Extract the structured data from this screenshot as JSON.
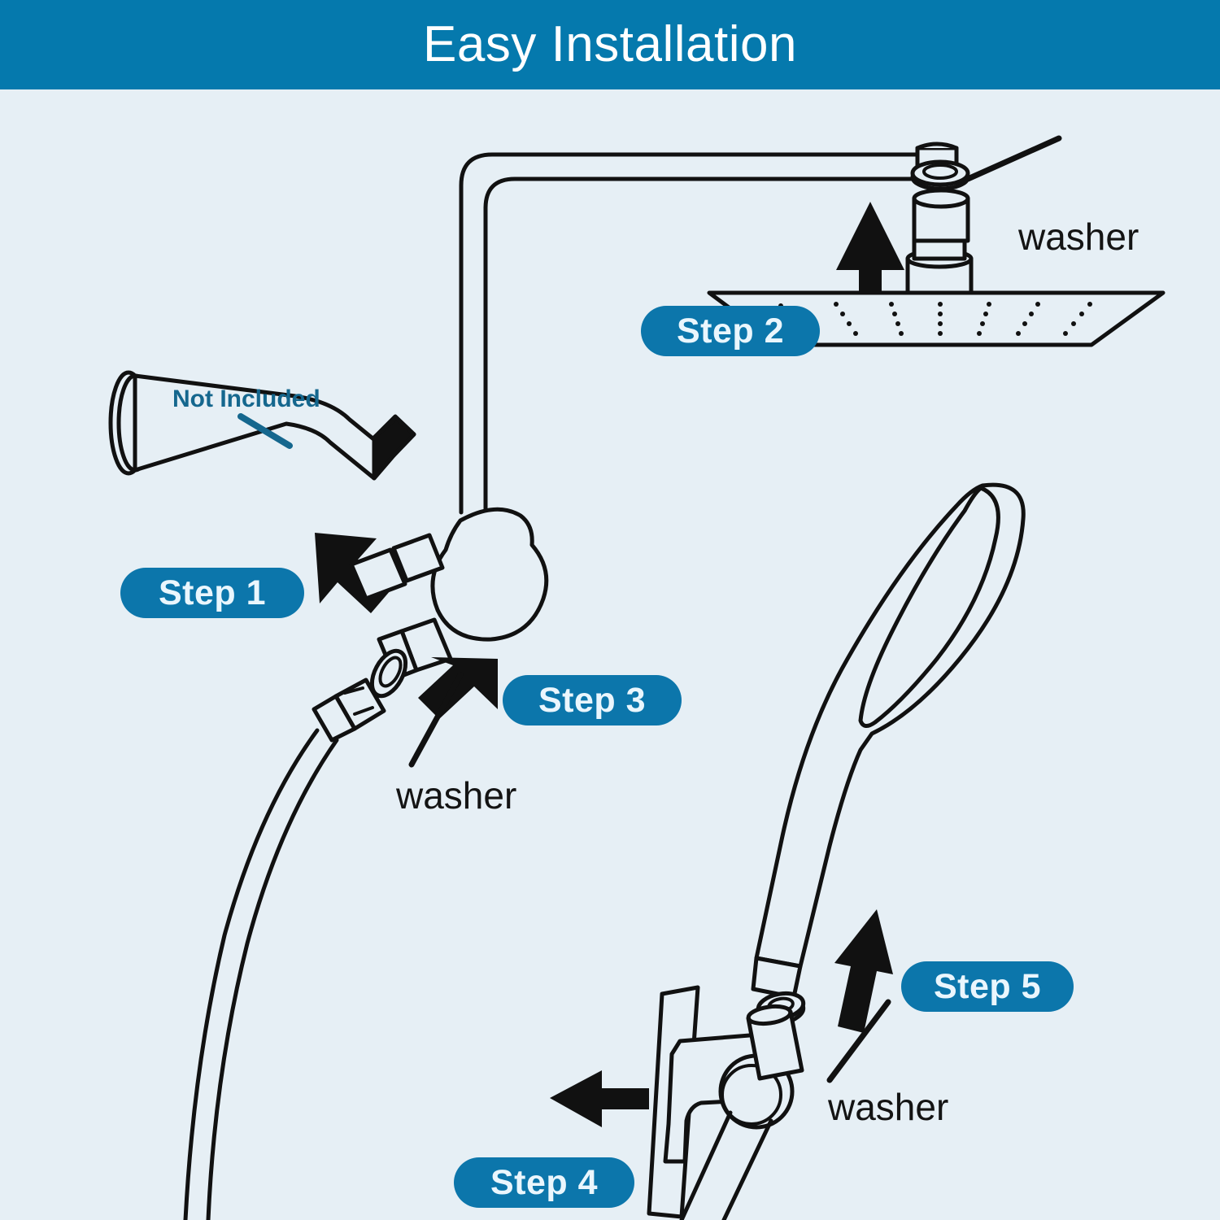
{
  "header": {
    "title": "Easy Installation",
    "background_color": "#0579ad",
    "text_color": "#ffffff"
  },
  "canvas": {
    "background_color": "#e6eff5",
    "line_color": "#111111",
    "accent_color": "#0c76ab"
  },
  "steps": [
    {
      "id": "step-1",
      "label": "Step 1"
    },
    {
      "id": "step-2",
      "label": "Step 2"
    },
    {
      "id": "step-3",
      "label": "Step 3"
    },
    {
      "id": "step-4",
      "label": "Step 4"
    },
    {
      "id": "step-5",
      "label": "Step 5"
    }
  ],
  "callouts": {
    "washer_top": "washer",
    "washer_mid": "washer",
    "washer_bottom": "washer",
    "not_included": "Not Included"
  },
  "parts": {
    "shower_arm": "shower-arm",
    "wall_flange": "wall-flange",
    "extension_pipe": "extension-pipe",
    "diverter_valve": "diverter-valve",
    "rain_shower_head": "rain-shower-head",
    "handheld_wand": "handheld-shower-wand",
    "wall_bracket": "wall-bracket",
    "shower_hose": "shower-hose",
    "washer_ring": "washer-ring"
  }
}
